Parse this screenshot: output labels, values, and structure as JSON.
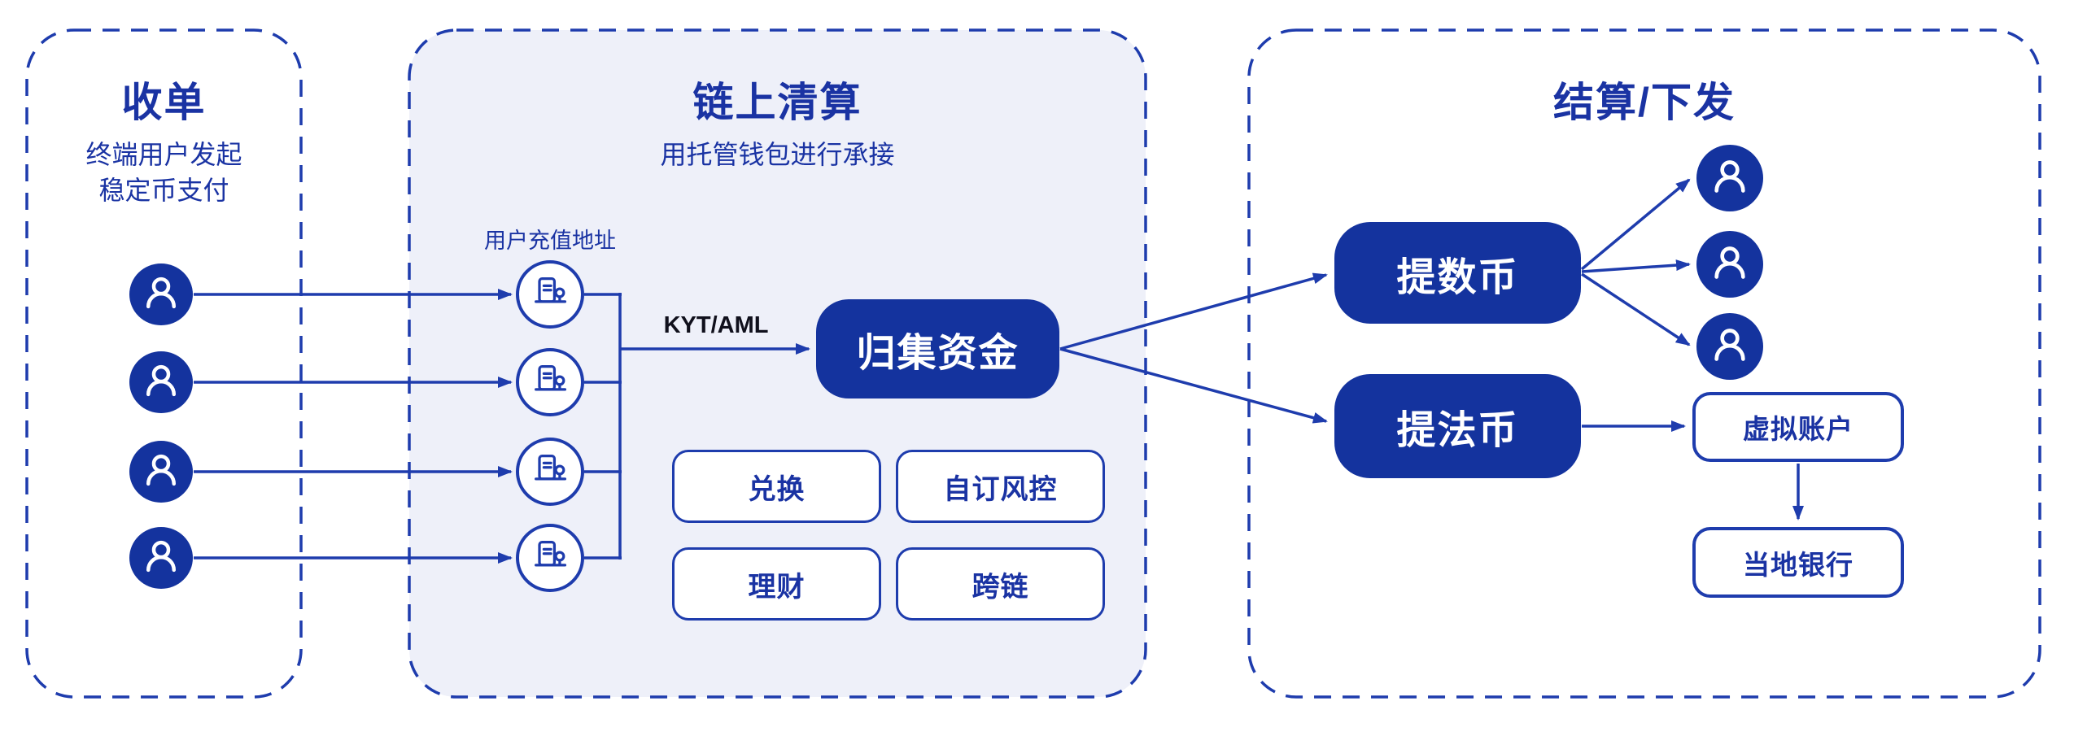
{
  "colors": {
    "primary_fill": "#14339e",
    "stroke": "#1e3cad",
    "text_blue": "#1a33a3",
    "kyt_text": "#10101c",
    "clearing_panel_bg": "#eef0f9",
    "node_text_white": "#ffffff",
    "canvas_bg": "#ffffff"
  },
  "icons": {
    "payer": "user-icon",
    "recipient": "user-icon",
    "deposit_address": "building-location-icon"
  },
  "panels": {
    "acquiring": {
      "title": "收单",
      "subtitle_line1": "终端用户发起",
      "subtitle_line2": "稳定币支付",
      "payer_count": 4
    },
    "clearing": {
      "title": "链上清算",
      "subtitle": "用托管钱包进行承接",
      "deposit_label": "用户充值地址",
      "kyt_label": "KYT/AML",
      "collect_node": "归集资金",
      "feature_nodes": [
        "兑换",
        "自订风控",
        "理财",
        "跨链"
      ]
    },
    "settlement": {
      "title": "结算/下发",
      "withdraw_crypto_node": "提数币",
      "withdraw_fiat_node": "提法币",
      "virtual_account_node": "虚拟账户",
      "local_bank_node": "当地银行",
      "recipient_count": 3
    }
  }
}
